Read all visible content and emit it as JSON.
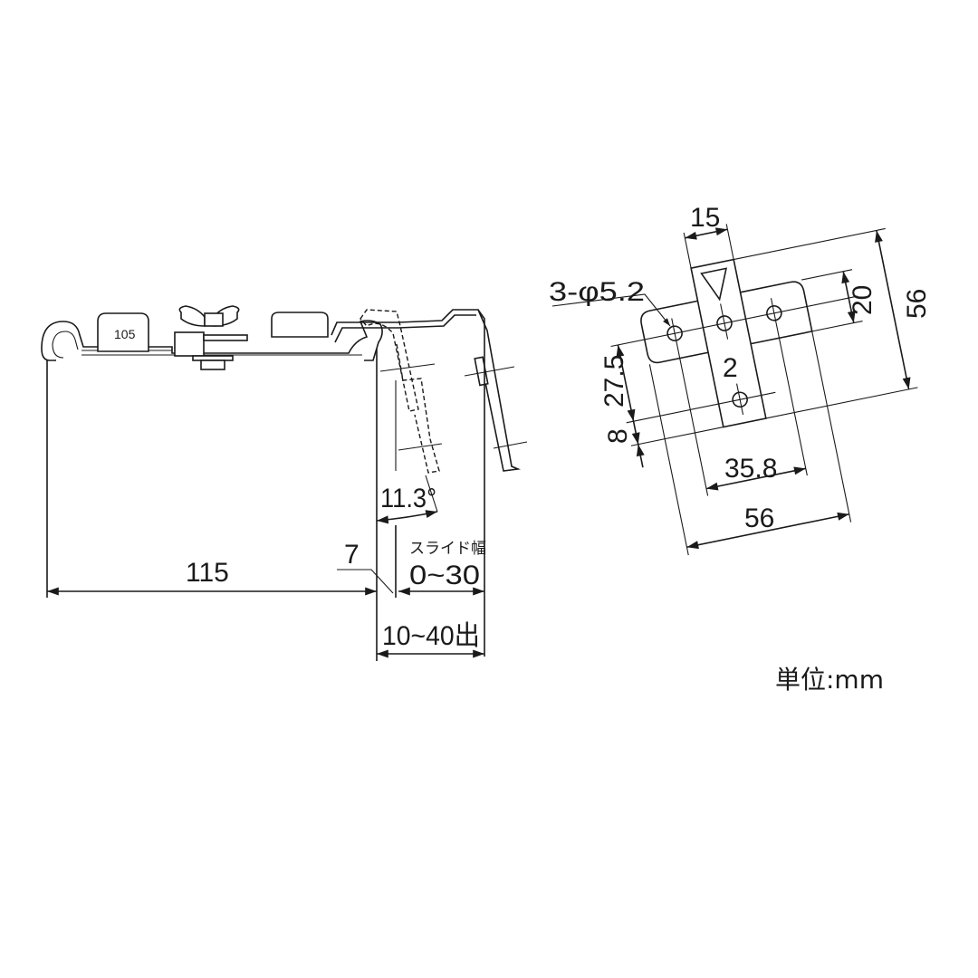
{
  "side_view": {
    "part_label": "105",
    "width_dim": "115",
    "gap_dim": "7",
    "angle_dim": "11.3°",
    "slide_label": "スライド幅",
    "slide_range": "0~30",
    "projection_range": "10~40出"
  },
  "front_view": {
    "hole_callout": "3-φ5.2",
    "strip_width": "15",
    "plate_height": "20",
    "overall_height": "56",
    "hole_pitch_vertical": "27.5",
    "bottom_margin": "8",
    "strip_label": "2",
    "hole_pitch_horizontal": "35.8",
    "overall_width": "56"
  },
  "unit_label": "単位:mm"
}
